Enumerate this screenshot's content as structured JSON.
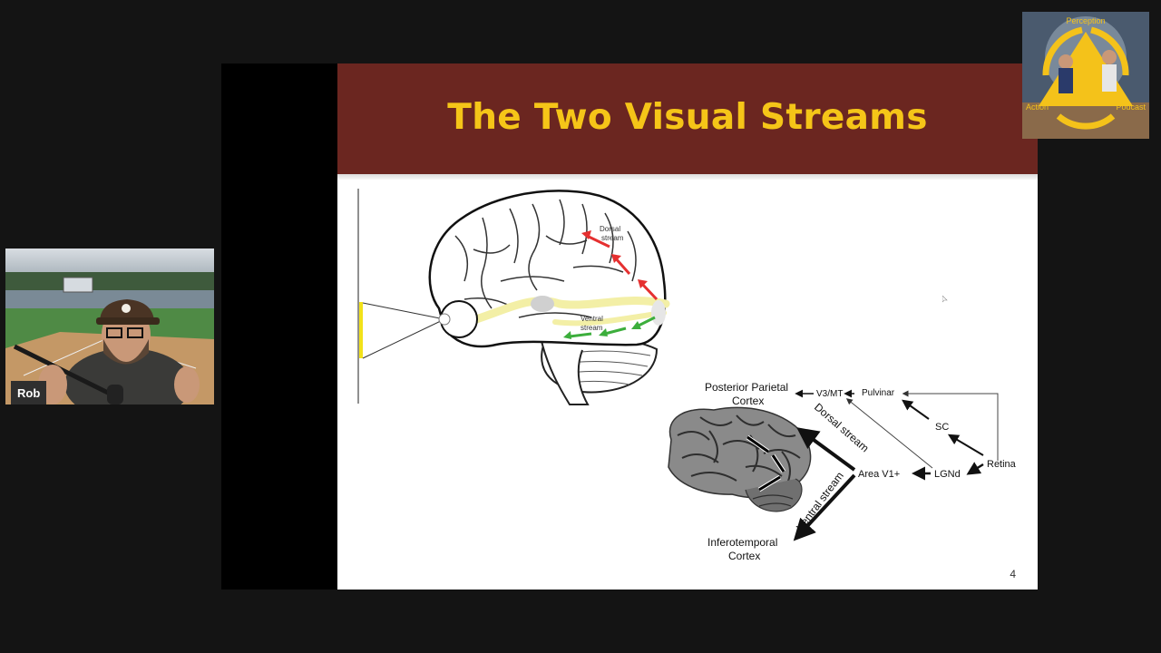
{
  "presenter": {
    "name": "Rob"
  },
  "podcast_logo": {
    "top": "Perception",
    "left": "Action",
    "right": "Podcast"
  },
  "slide": {
    "title": "The Two Visual Streams",
    "number": "4",
    "brain_labels": {
      "dorsal_1": "Dorsal",
      "dorsal_2": "stream",
      "ventral_1": "Ventral",
      "ventral_2": "stream"
    },
    "pathway": {
      "posterior_1": "Posterior Parietal",
      "posterior_2": "Cortex",
      "v3mt": "V3/MT",
      "pulvinar": "Pulvinar",
      "sc": "SC",
      "retina": "Retina",
      "lgnd": "LGNd",
      "v1": "Area V1+",
      "dorsal": "Dorsal stream",
      "ventral": "Ventral stream",
      "infero_1": "Inferotemporal",
      "infero_2": "Cortex"
    }
  },
  "colors": {
    "header_bg": "#6b2620",
    "title": "#f5c518",
    "dorsal_arrow": "#e53030",
    "ventral_arrow": "#3cae3c",
    "stream_path": "#f3efa6"
  }
}
